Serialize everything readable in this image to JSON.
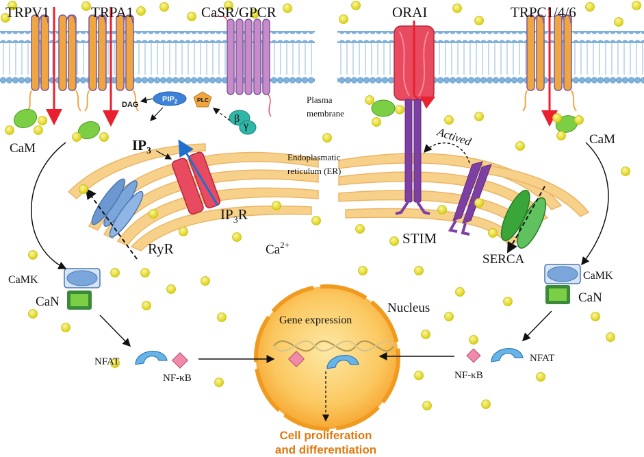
{
  "colors": {
    "ca_ion": "#e9e21a",
    "membrane_head": "#7fb3de",
    "er": "#f7d08a",
    "nucleus": "#f7a733",
    "channel_orange": "#f0a640",
    "channel_red": "#e84a5f",
    "stim_purple": "#7e3fa3",
    "cam_green": "#7ccf45",
    "camk_blue": "#7ba6dc",
    "nfat_blue": "#69b4e6",
    "nfkb_pink": "#f08aa8",
    "arrow_red": "#e8202f",
    "arrow_blue": "#1f6fd1",
    "output_orange": "#e07a10"
  },
  "labels": {
    "trpv1": "TRPV1",
    "trpa1": "TRPA1",
    "casr": "CaSR/GPCR",
    "orai": "ORAI",
    "trpc": "TRPC1/4/6",
    "dag": "DAG",
    "pip2_base": "PIP",
    "pip2_sub": "2",
    "plc": "PLC",
    "by_beta": "β",
    "by_gamma": "γ",
    "plasma_membrane_1": "Plasma",
    "plasma_membrane_2": "membrane",
    "cam_left": "CaM",
    "cam_right": "CaM",
    "ip3_base": "IP",
    "ip3_sub": "3",
    "ip3r_base": "IP",
    "ip3r_sub": "3",
    "ip3r_tail": "R",
    "ryr": "RyR",
    "er_1": "Endoplasmatic",
    "er_2": "reticulum (ER)",
    "actived": "Actived",
    "stim": "STIM",
    "serca": "SERCA",
    "ca_base": "Ca",
    "ca_sup": "2+",
    "camk_left": "CaMK",
    "can_left": "CaN",
    "camk_right": "CaMK",
    "can_right": "CaN",
    "nucleus": "Nucleus",
    "gene_expression": "Gene expression",
    "nfat_left": "NFAT",
    "nfkb_left": "NF-κB",
    "nfat_right": "NFAT",
    "nfkb_right": "NF-κB",
    "output_1": "Cell proliferation",
    "output_2": "and differentiation"
  }
}
